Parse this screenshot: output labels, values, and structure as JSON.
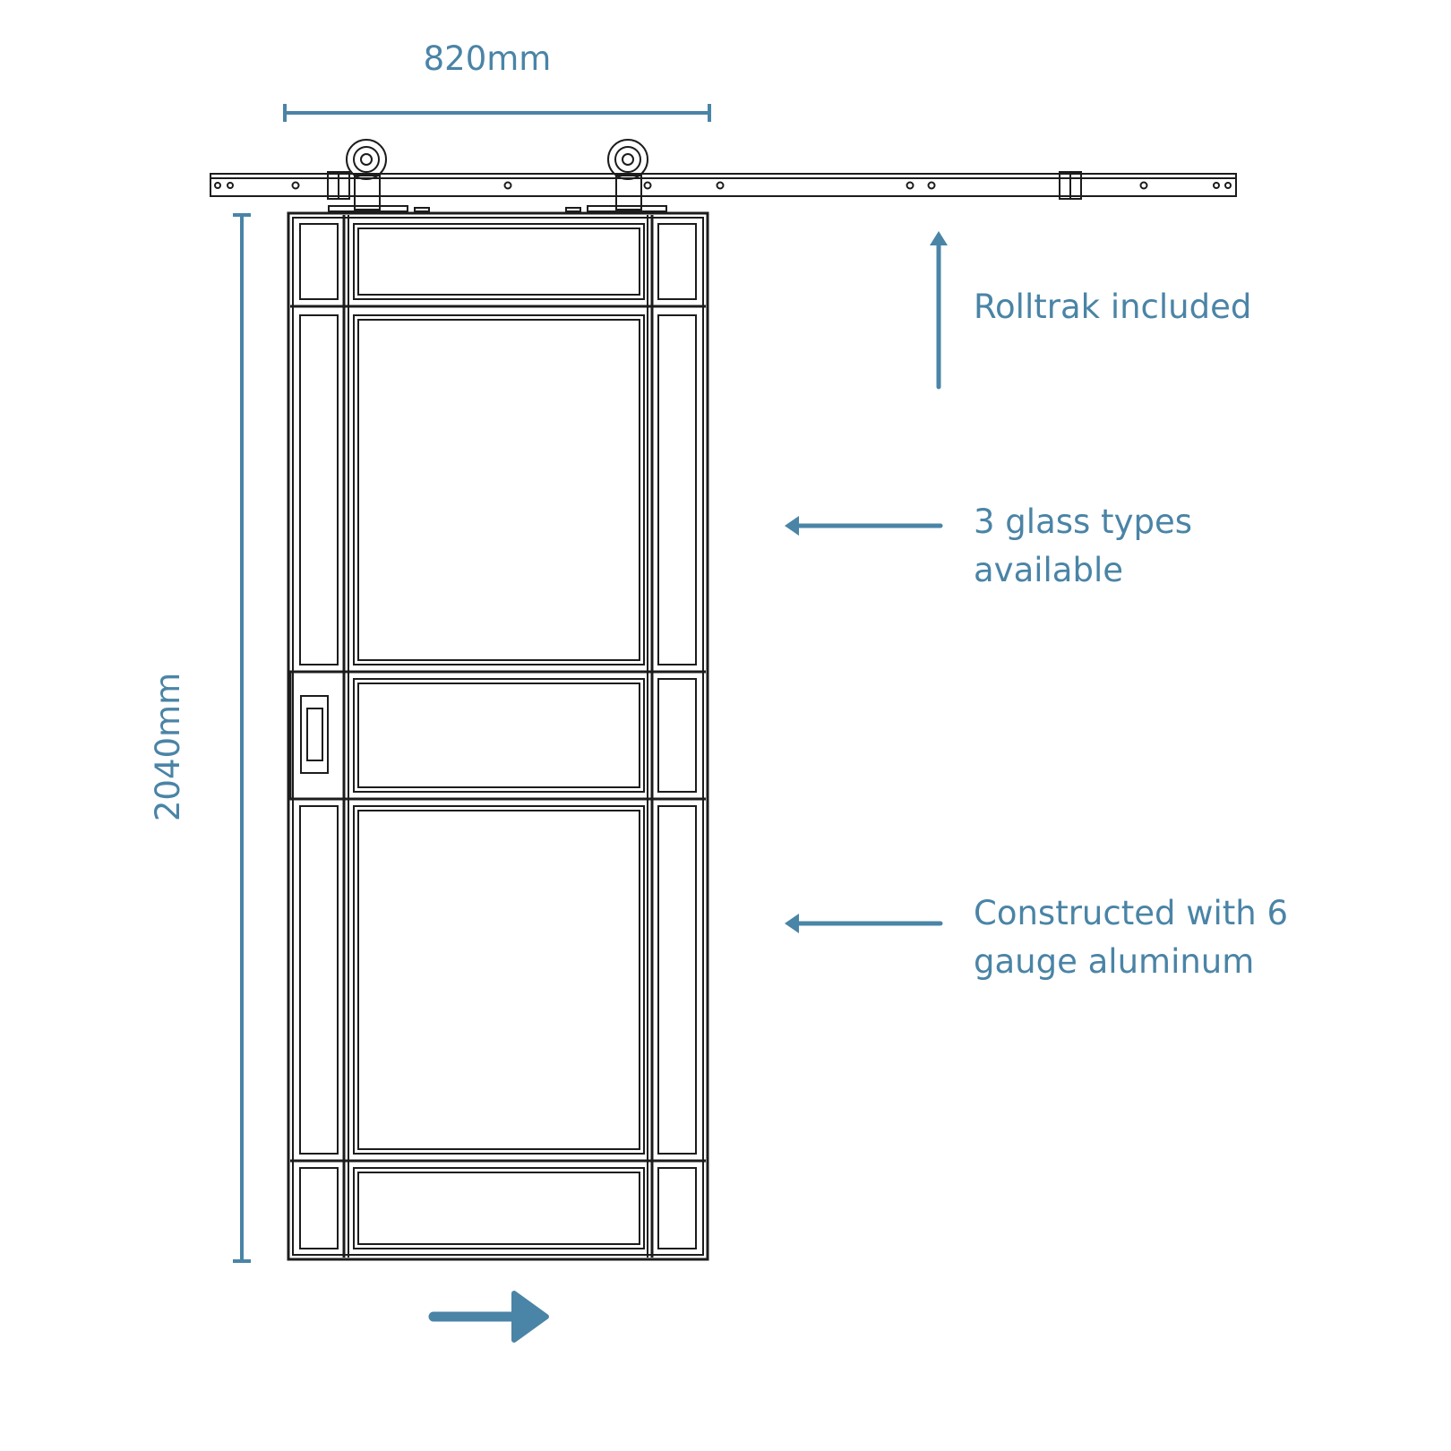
{
  "colors": {
    "accent": "#4a84a6",
    "line": "#1c1c1c",
    "background": "#ffffff"
  },
  "dimensions": {
    "width_label": "820mm",
    "height_label": "2040mm"
  },
  "annotations": {
    "rolltrak": "Rolltrak included",
    "glass_line1": "3 glass types",
    "glass_line2": "available",
    "construct_line1": "Constructed with 6",
    "construct_line2": "gauge aluminum"
  },
  "icons": {
    "slide_direction": "arrow-right-icon",
    "callouts": [
      "arrow-up-icon",
      "arrow-left-icon",
      "arrow-left-icon"
    ]
  }
}
